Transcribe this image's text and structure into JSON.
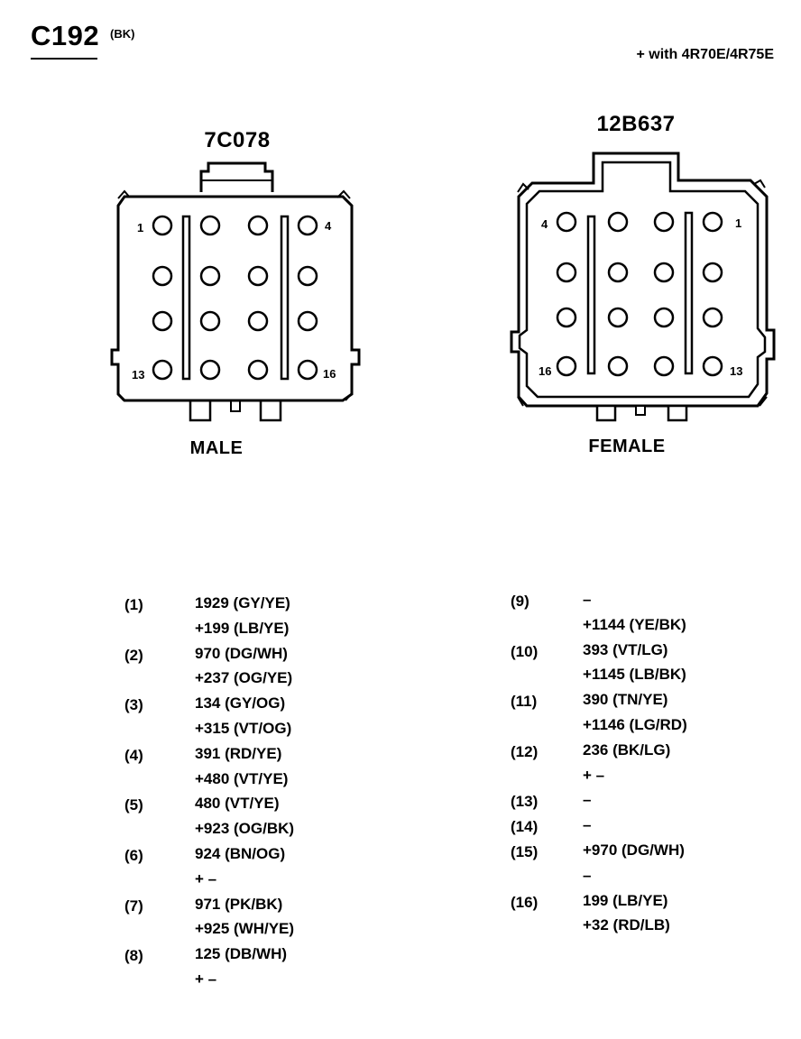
{
  "connector": {
    "id": "C192",
    "color": "(BK)",
    "note": "+ with 4R70E/4R75E"
  },
  "male": {
    "part_number": "7C078",
    "label": "MALE",
    "pin_labels": {
      "tl": "1",
      "tr": "4",
      "bl": "13",
      "br": "16"
    }
  },
  "female": {
    "part_number": "12B637",
    "label": "FEMALE",
    "pin_labels": {
      "tl": "4",
      "tr": "1",
      "bl": "16",
      "br": "13"
    }
  },
  "pins_left": [
    {
      "num": "(1)",
      "lines": [
        "1929 (GY/YE)",
        "+199 (LB/YE)"
      ]
    },
    {
      "num": "(2)",
      "lines": [
        "970 (DG/WH)",
        "+237 (OG/YE)"
      ]
    },
    {
      "num": "(3)",
      "lines": [
        "134 (GY/OG)",
        "+315 (VT/OG)"
      ]
    },
    {
      "num": "(4)",
      "lines": [
        "391 (RD/YE)",
        "+480 (VT/YE)"
      ]
    },
    {
      "num": "(5)",
      "lines": [
        "480 (VT/YE)",
        "+923 (OG/BK)"
      ]
    },
    {
      "num": "(6)",
      "lines": [
        "924 (BN/OG)",
        "+ –"
      ]
    },
    {
      "num": "(7)",
      "lines": [
        "971 (PK/BK)",
        "+925 (WH/YE)"
      ]
    },
    {
      "num": "(8)",
      "lines": [
        "125 (DB/WH)",
        "+ –"
      ]
    }
  ],
  "pins_right": [
    {
      "num": "(9)",
      "lines": [
        "–",
        "+1144 (YE/BK)"
      ]
    },
    {
      "num": "(10)",
      "lines": [
        "393 (VT/LG)",
        "+1145 (LB/BK)"
      ]
    },
    {
      "num": "(11)",
      "lines": [
        "390 (TN/YE)",
        "+1146 (LG/RD)"
      ]
    },
    {
      "num": "(12)",
      "lines": [
        "236 (BK/LG)",
        "+ –"
      ]
    },
    {
      "num": "(13)",
      "lines": [
        "–"
      ]
    },
    {
      "num": "(14)",
      "lines": [
        "–"
      ]
    },
    {
      "num": "(15)",
      "lines": [
        "+970 (DG/WH)",
        "–"
      ]
    },
    {
      "num": "(16)",
      "lines": [
        "199 (LB/YE)",
        "+32 (RD/LB)"
      ]
    }
  ]
}
